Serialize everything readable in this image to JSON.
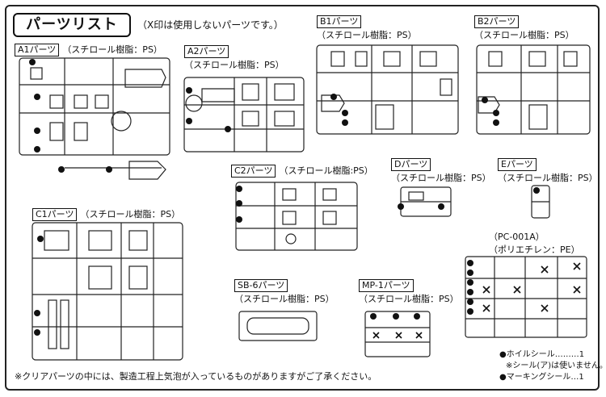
{
  "title": "パーツリスト",
  "subtitle": "（X印は使用しないパーツです。）",
  "sections": {
    "a1": {
      "tag": "A1パーツ",
      "material": "（スチロール樹脂：PS）"
    },
    "a2": {
      "tag": "A2パーツ",
      "material": "（スチロール樹脂：PS）"
    },
    "b1": {
      "tag": "B1パーツ",
      "material": "（スチロール樹脂：PS）"
    },
    "b2": {
      "tag": "B2パーツ",
      "material": "（スチロール樹脂：PS）"
    },
    "c2": {
      "tag": "C2パーツ",
      "material": "（スチロール樹脂:PS）"
    },
    "d": {
      "tag": "Dパーツ",
      "material": "（スチロール樹脂：PS）"
    },
    "e": {
      "tag": "Eパーツ",
      "material": "（スチロール樹脂：PS）"
    },
    "c1": {
      "tag": "C1パーツ",
      "material": "（スチロール樹脂：PS）"
    },
    "pc": {
      "tag": "（PC-001A）",
      "material": "（ポリエチレン：PE）"
    },
    "sb6": {
      "tag": "SB-6パーツ",
      "material": "（スチロール樹脂：PS）"
    },
    "mp1": {
      "tag": "MP-1パーツ",
      "material": "（スチロール樹脂：PS）"
    }
  },
  "legend": {
    "wheel_seal": "●ホイルシール………1",
    "seal_note": "※シール(ア)は使いません。",
    "marking_seal": "●マーキングシール…1"
  },
  "footnote": "※クリアパーツの中には、製造工程上気泡が入っているものがありますがご了承ください。"
}
